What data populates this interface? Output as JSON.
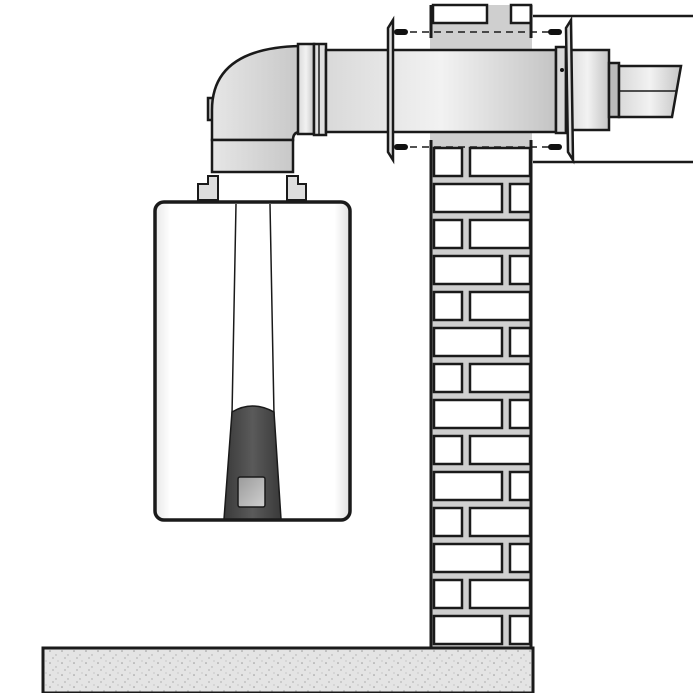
{
  "diagram": {
    "components": [
      "water-heater",
      "vent-elbow",
      "vent-pipe",
      "wall-plates",
      "vent-terminal",
      "brick-wall",
      "concrete-floor"
    ],
    "colors": {
      "outline": "#1a1a1a",
      "pipe_light": "#eeeeee",
      "pipe_dark": "#bdbdbd",
      "heater_panel": "#4a4a4a",
      "mortar": "#cfcfcf",
      "floor": "#d8d8d8"
    }
  }
}
